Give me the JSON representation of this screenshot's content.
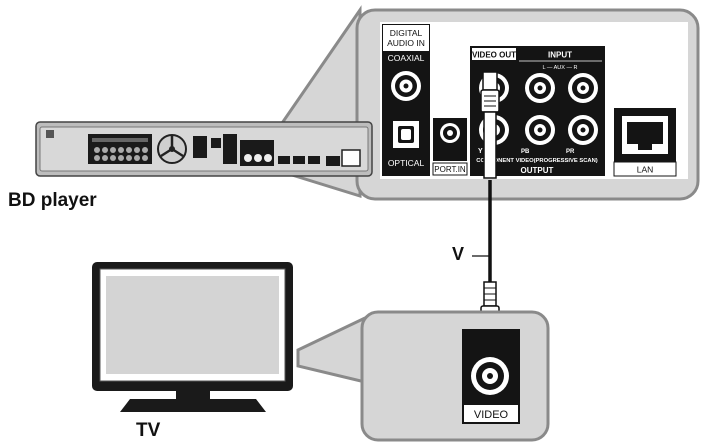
{
  "labels": {
    "bd_player": "BD player",
    "tv": "TV",
    "cable": "V"
  },
  "rear_panel": {
    "digital_audio_in": [
      "DIGITAL",
      "AUDIO IN"
    ],
    "coaxial": "COAXIAL",
    "optical": "OPTICAL",
    "port_in": "PORT.IN",
    "video_out": "VIDEO OUT",
    "input": "INPUT",
    "input_sub": "L — AUX — R",
    "component_video": "COMPONENT VIDEO(PROGRESSIVE SCAN)",
    "output": "OUTPUT",
    "jack_y": "Y",
    "jack_pb": "PB",
    "jack_pr": "PR",
    "lan": "LAN"
  },
  "tv_panel": {
    "video": "VIDEO"
  },
  "colors": {
    "callout_fill": "#d6d6d6",
    "callout_stroke": "#8a8a8a",
    "panel_black": "#141414",
    "cable": "#111111"
  }
}
